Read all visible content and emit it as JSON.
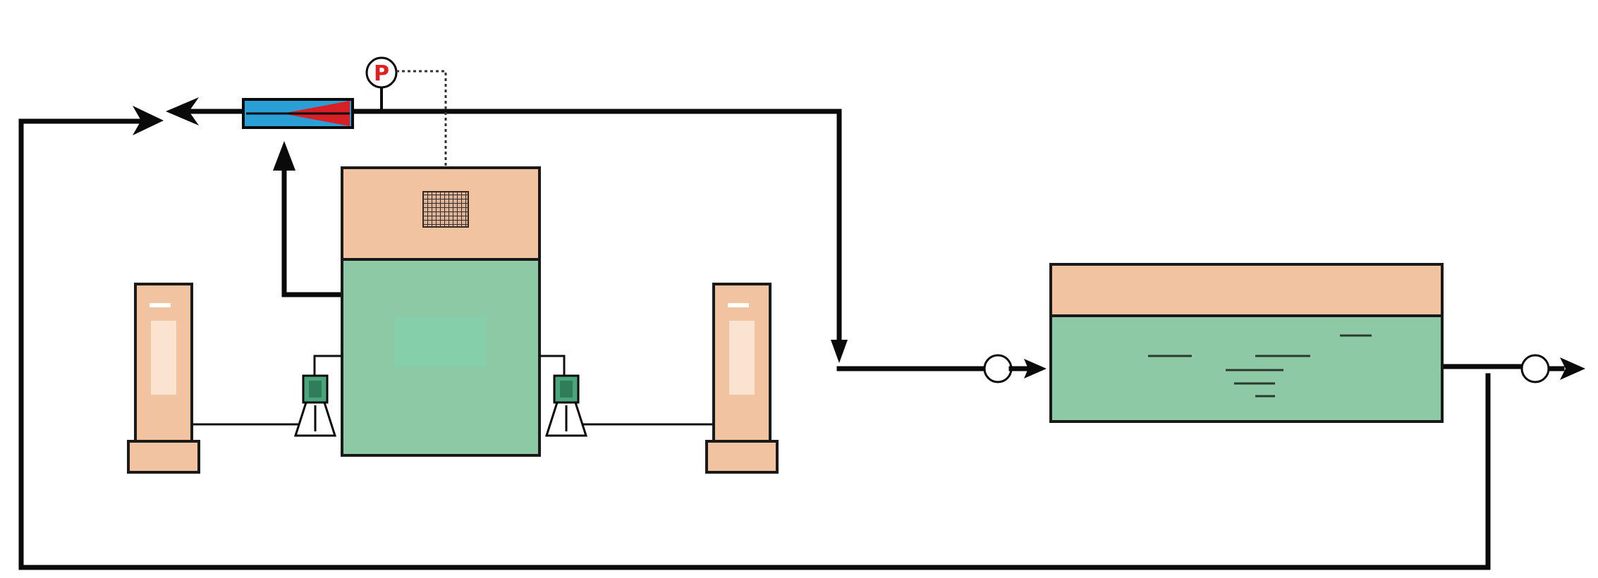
{
  "diagram": {
    "pressure_gauge": {
      "symbol": "P",
      "icon": "pressure-gauge-icon"
    },
    "colors": {
      "line": "#0a0a0a",
      "tank_top": "#f2c3a0",
      "tank_liquid": "#8ec9a6",
      "column": "#f2c3a0",
      "mixer_blue": "#2a9fd6",
      "mixer_red": "#d81f26",
      "gauge_red": "#e02020"
    },
    "components": [
      {
        "id": "main-reactor-tank",
        "icon": "reactor-tank-icon"
      },
      {
        "id": "left-column",
        "icon": "filter-column-icon"
      },
      {
        "id": "right-column",
        "icon": "filter-column-icon"
      },
      {
        "id": "left-pump",
        "icon": "pump-icon"
      },
      {
        "id": "right-pump",
        "icon": "pump-icon"
      },
      {
        "id": "static-mixer",
        "icon": "static-mixer-icon"
      },
      {
        "id": "settling-tank",
        "icon": "settling-tank-icon"
      },
      {
        "id": "inlet-valve",
        "icon": "valve-icon"
      },
      {
        "id": "outlet-valve",
        "icon": "valve-icon"
      }
    ]
  }
}
